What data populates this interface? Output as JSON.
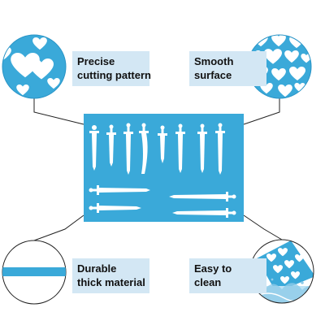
{
  "colors": {
    "stencil": "#3aa9d9",
    "stencil_edge": "#2a95c7",
    "label_bg": "#d3e7f4",
    "connector": "#222222"
  },
  "features": [
    {
      "line1": "Precise",
      "line2": "cutting pattern",
      "icon": "heart-pattern-circle"
    },
    {
      "line1": "Smooth",
      "line2": "surface",
      "icon": "hearts-circle"
    },
    {
      "line1": "Durable",
      "line2": "thick material",
      "icon": "thickness-circle"
    },
    {
      "line1": "Easy to",
      "line2": "clean",
      "icon": "water-splash-circle"
    }
  ]
}
